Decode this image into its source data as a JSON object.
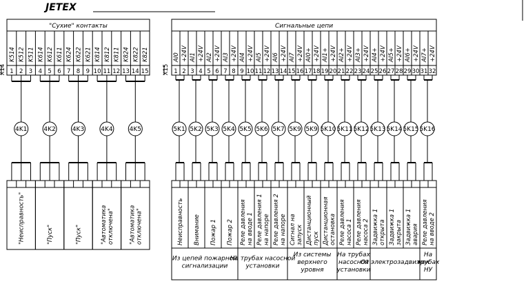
{
  "title": "JETEX",
  "left_block": {
    "header": "\"Сухие\" контакты",
    "connector": "X14",
    "signals": [
      "K514",
      "K512",
      "K511",
      "K614",
      "K612",
      "K611",
      "K624",
      "K622",
      "K621",
      "K814",
      "K812",
      "K811",
      "K824",
      "K822",
      "K821"
    ],
    "terminals": [
      "1",
      "2",
      "3",
      "4",
      "5",
      "6",
      "7",
      "8",
      "9",
      "10",
      "11",
      "12",
      "13",
      "14",
      "15"
    ],
    "relays": [
      "4K1",
      "4K2",
      "4K3",
      "4K4",
      "4K5"
    ],
    "descriptions": [
      "\"Неисправность\"",
      "\"Пуск\"",
      "\"Пуск\"",
      "\"Автоматика отключена\"",
      "\"Автоматика отключена\""
    ]
  },
  "right_block": {
    "header": "Сигнальные цепи",
    "connector": "X15",
    "signals": [
      "AI0",
      "+24V",
      "AI1",
      "+24V",
      "AI2",
      "+24V",
      "AI3",
      "+24V",
      "AI4",
      "+24V",
      "AI5",
      "+24V",
      "AI6",
      "+24V",
      "AI7",
      "+24V",
      "AI0+",
      "+24V",
      "AI1+",
      "+24V",
      "AI2+",
      "+24V",
      "AI3+",
      "+24V",
      "AI4+",
      "+24V",
      "AI5+",
      "+24V",
      "AI6+",
      "+24V",
      "AI7+",
      "+24V"
    ],
    "terminals": [
      "1",
      "2",
      "3",
      "4",
      "5",
      "6",
      "7",
      "8",
      "9",
      "10",
      "11",
      "12",
      "13",
      "14",
      "15",
      "16",
      "17",
      "18",
      "19",
      "20",
      "21",
      "22",
      "23",
      "24",
      "25",
      "26",
      "27",
      "28",
      "29",
      "30",
      "31",
      "32"
    ],
    "relays": [
      "5K1",
      "5K2",
      "5K3",
      "5K4",
      "5K5",
      "5K6",
      "5K7",
      "5K9",
      "5K9",
      "5K10",
      "5K11",
      "5K12",
      "5K13",
      "5K14",
      "5K15",
      "5K16"
    ],
    "descriptions": [
      [
        "Неисправность"
      ],
      [
        "Внимание"
      ],
      [
        "Пожар 1"
      ],
      [
        "Пожар 2"
      ],
      [
        "Реле давления",
        "на вводе 1"
      ],
      [
        "Реле давления 1",
        "на напоре"
      ],
      [
        "Реле давления 2",
        "на напоре"
      ],
      [
        "Сигнал на",
        "запуск"
      ],
      [
        "Дистанционный",
        "пуск"
      ],
      [
        "Дистанционная",
        "остановка"
      ],
      [
        "Реле давления",
        "насоса 1"
      ],
      [
        "Реле давления",
        "насоса 2"
      ],
      [
        "Задвижка 1",
        "открыта"
      ],
      [
        "Задвижка 1",
        "закрыта"
      ],
      [
        "Задвижка 1",
        "авария"
      ],
      [
        "Реле давления",
        "на вводе 2"
      ]
    ],
    "groups": [
      [
        "Из цепей пожарной",
        "сигнализации"
      ],
      [
        "На трубах насосной",
        "установки"
      ],
      [
        "Из системы",
        "верхнего",
        "уровня"
      ],
      [
        "На трубах",
        "насосной",
        "установки"
      ],
      [
        "От электрозадвижек"
      ],
      [
        "На",
        "трубах",
        "НУ"
      ]
    ]
  }
}
